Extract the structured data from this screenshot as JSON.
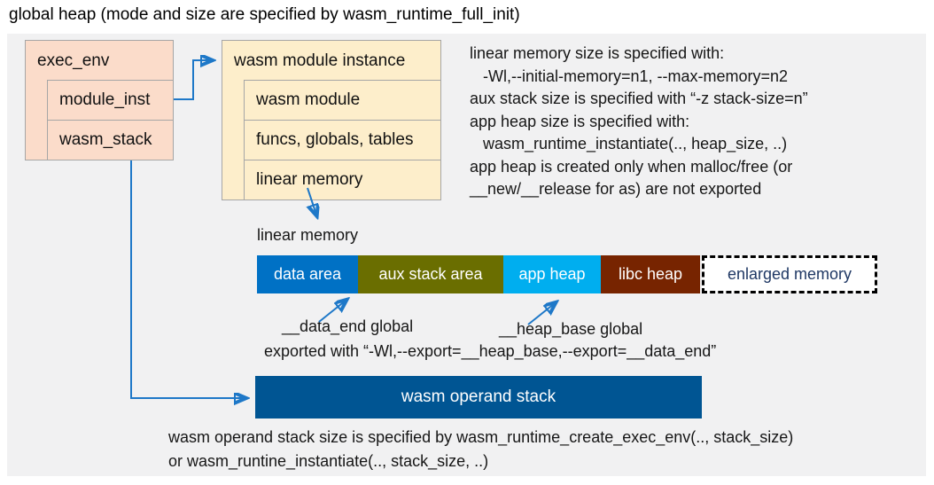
{
  "title": "global heap (mode and size are specified by wasm_runtime_full_init)",
  "exec_env": {
    "title": "exec_env",
    "children": [
      "module_inst",
      "wasm_stack"
    ]
  },
  "module_instance": {
    "title": "wasm module instance",
    "children": [
      "wasm module",
      "funcs, globals, tables",
      "linear memory"
    ]
  },
  "notes_right": {
    "lines": [
      "linear memory size is specified with:",
      "   -Wl,--initial-memory=n1, --max-memory=n2",
      "aux stack size is specified with “-z stack-size=n”",
      "app heap size is specified with:",
      "   wasm_runtime_instantiate(.., heap_size, ..)",
      "app heap is created only when malloc/free (or",
      "__new/__release for as) are not exported"
    ]
  },
  "linear_memory": {
    "label": "linear memory",
    "segments": [
      {
        "label": "data area",
        "color": "#0071c5"
      },
      {
        "label": "aux stack area",
        "color": "#6a6e00"
      },
      {
        "label": "app heap",
        "color": "#00aeef"
      },
      {
        "label": "libc heap",
        "color": "#772400"
      },
      {
        "label": "enlarged memory",
        "color": "#ffffff",
        "border": "dashed-black",
        "text_color": "#1f3864"
      }
    ]
  },
  "annotations": {
    "data_end": "__data_end global",
    "heap_base": "__heap_base global",
    "exported": "exported with “-Wl,--export=__heap_base,--export=__data_end”"
  },
  "operand_stack": {
    "label": "wasm operand stack",
    "color": "#005593"
  },
  "notes_bottom": {
    "lines": [
      "wasm operand stack size is specified by wasm_runtime_create_exec_env(.., stack_size)",
      "or wasm_runtine_instantiate(.., stack_size, ..)"
    ]
  },
  "colors": {
    "panel_background": "#f1f1f2",
    "exec_env_fill": "#fbdcca",
    "module_instance_fill": "#fdeecb",
    "box_border": "#a6a6a6",
    "arrow_blue": "#1e78c8"
  }
}
